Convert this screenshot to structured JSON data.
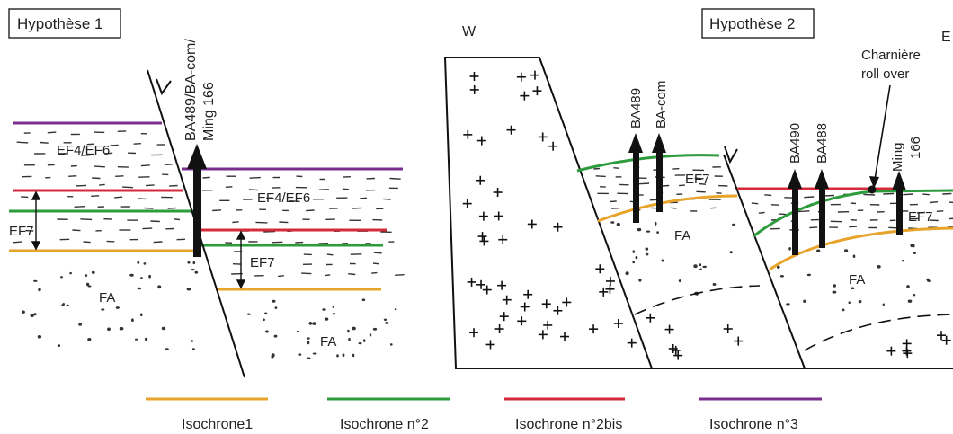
{
  "colors": {
    "isochrone1": "#e8a32a",
    "isochrone2": "#2c9b3c",
    "isochrone2bis": "#d42a3a",
    "isochrone3": "#7a2e8e",
    "ink": "#111111"
  },
  "hyp1": {
    "title": "Hypothèse 1",
    "well_line1": "BA489/BA-com/",
    "well_line2": "Ming 166",
    "left_ef46": "EF4/EF6",
    "left_ef7": "EF7",
    "left_fa": "FA",
    "right_ef46": "EF4/EF6",
    "right_ef7": "EF7",
    "right_fa": "FA"
  },
  "hyp2": {
    "title": "Hypothèse 2",
    "west": "W",
    "east": "E",
    "charniere_line1": "Charnière",
    "charniere_line2": "roll over",
    "well_ba489": "BA489",
    "well_bacom": "BA-com",
    "well_ba490": "BA490",
    "well_ba488": "BA488",
    "well_ming_line1": "Ming",
    "well_ming_line2": "166",
    "mid_ef7": "EF7",
    "mid_fa": "FA",
    "right_ef7": "EF7",
    "right_fa": "FA"
  },
  "legend": {
    "iso1": "Isochrone1",
    "iso2": "Isochrone n°2",
    "iso2bis": "Isochrone n°2bis",
    "iso3": "Isochrone n°3"
  }
}
